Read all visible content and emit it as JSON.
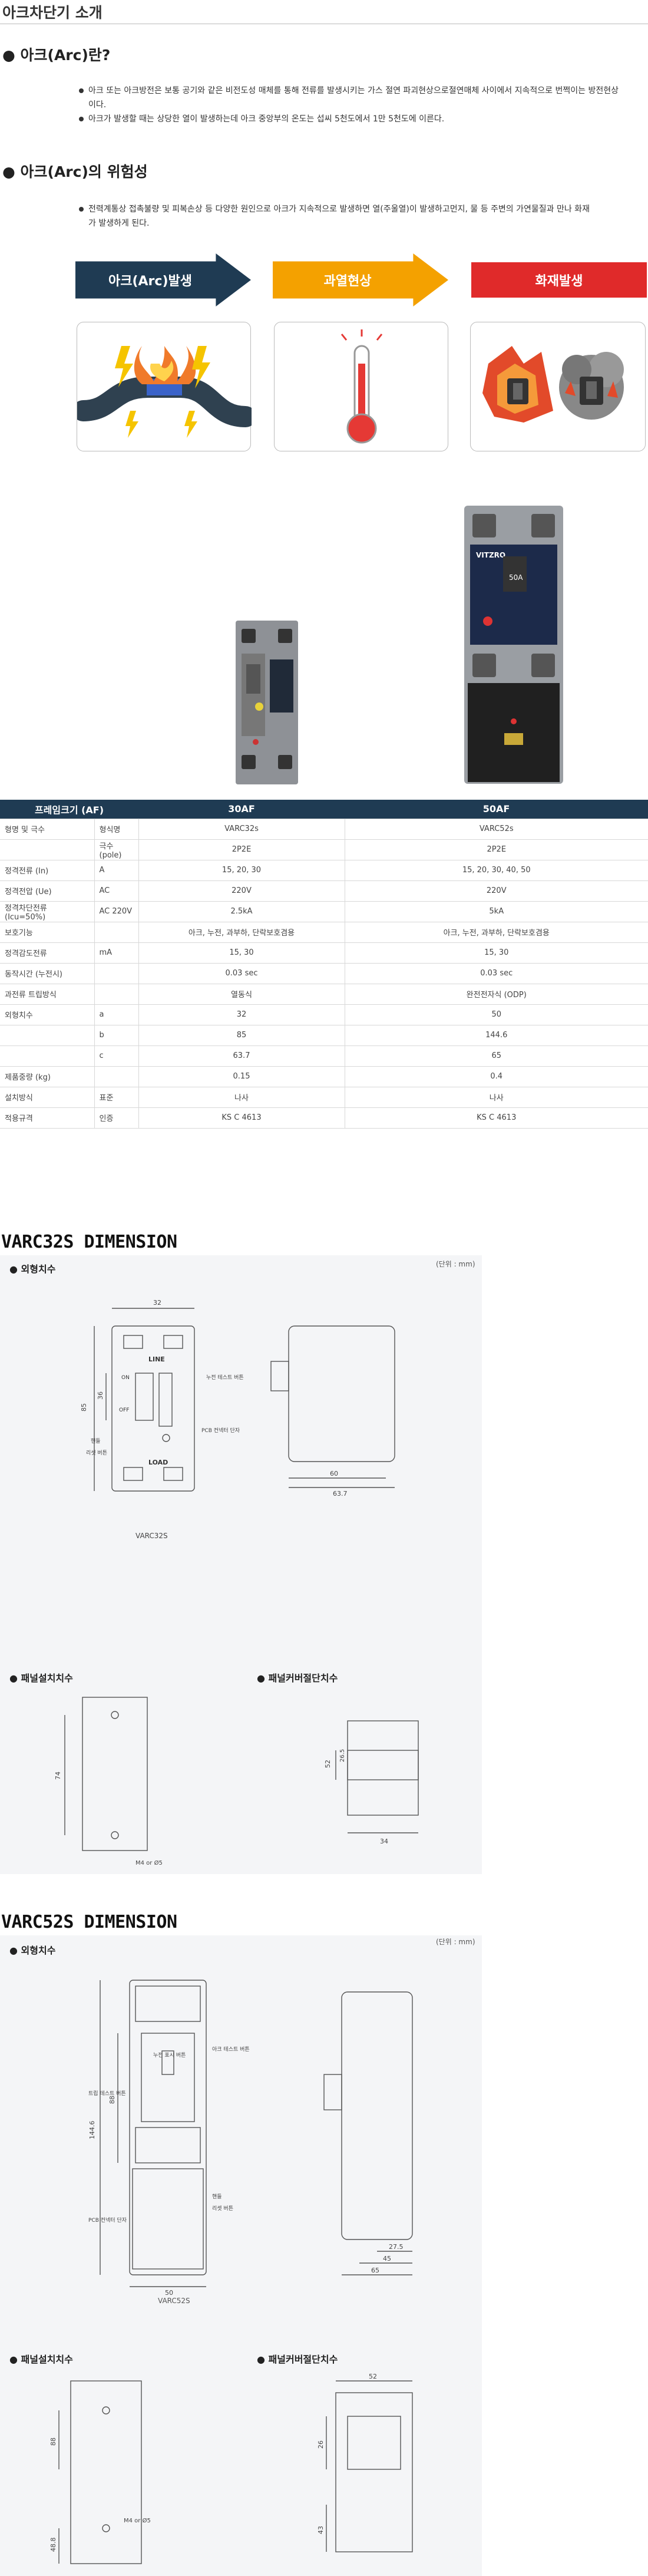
{
  "header": {
    "title": "아크차단기 소개"
  },
  "intro": {
    "heading": "● 아크(Arc)란?",
    "bullets": [
      "아크 또는 아크방전은 보통 공기와 같은 비전도성 매체를 통해 전류를 발생시키는 가스 절연 파괴현상으로절연매체 사이에서 지속적으로 번쩍이는 방전현상이다.",
      "아크가 발생할 때는 상당한 열이 발생하는데 아크 중앙부의 온도는 섭씨 5천도에서 1만 5천도에 이른다."
    ]
  },
  "danger": {
    "heading": "● 아크(Arc)의 위험성",
    "bullets": [
      "전력계통상 접촉불량 및 피복손상 등 다양한 원인으로 아크가 지속적으로 발생하면 열(주울열)이 발생하고먼지, 물 등 주변의 가연물질과 만나 화재가 발생하게 된다."
    ],
    "steps": [
      "아크(Arc)발생",
      "과열현상",
      "화재발생"
    ]
  },
  "colors": {
    "navy": "#1f3b53",
    "orange": "#f4a100",
    "red": "#e02a2a"
  },
  "spec": {
    "head": [
      "프레임크기 (AF)",
      "30AF",
      "50AF"
    ],
    "rows": [
      {
        "label": "형명 및 극수",
        "sub": "형식명",
        "v30": "VARC32s",
        "v50": "VARC52s"
      },
      {
        "label": "",
        "sub": "극수 (pole)",
        "v30": "2P2E",
        "v50": "2P2E"
      },
      {
        "label": "정격전류 (In)",
        "sub": "A",
        "v30": "15, 20, 30",
        "v50": "15, 20, 30, 40, 50"
      },
      {
        "label": "정격전압 (Ue)",
        "sub": "AC",
        "v30": "220V",
        "v50": "220V"
      },
      {
        "label": "정격차단전류 (Icu=50%)",
        "sub": "AC 220V",
        "v30": "2.5kA",
        "v50": "5kA"
      },
      {
        "label": "보호기능",
        "sub": "",
        "v30": "아크, 누전, 과부하, 단락보호겸용",
        "v50": "아크, 누전, 과부하, 단락보호겸용"
      },
      {
        "label": "정격감도전류",
        "sub": "mA",
        "v30": "15, 30",
        "v50": "15, 30"
      },
      {
        "label": "동작시간 (누전시)",
        "sub": "",
        "v30": "0.03 sec",
        "v50": "0.03 sec"
      },
      {
        "label": "과전류 트립방식",
        "sub": "",
        "v30": "열동식",
        "v50": "완전전자식 (ODP)"
      },
      {
        "label": "외형치수",
        "sub": "a",
        "v30": "32",
        "v50": "50"
      },
      {
        "label": "",
        "sub": "b",
        "v30": "85",
        "v50": "144.6"
      },
      {
        "label": "",
        "sub": "c",
        "v30": "63.7",
        "v50": "65"
      },
      {
        "label": "제품중량 (kg)",
        "sub": "",
        "v30": "0.15",
        "v50": "0.4"
      },
      {
        "label": "설치방식",
        "sub": "표준",
        "v30": "나사",
        "v50": "나사"
      },
      {
        "label": "적용규격",
        "sub": "인증",
        "v30": "KS C 4613",
        "v50": "KS C 4613"
      }
    ]
  },
  "product": {
    "brand": "VITZRO",
    "rating": "50A"
  },
  "dim32": {
    "title": "VARC32S DIMENSION",
    "outer": "● 외형치수",
    "unit": "(단위 : mm)",
    "model": "VARC32S",
    "install": "● 패널설치치수",
    "cut": "● 패널커버절단치수",
    "labels": {
      "line": "LINE",
      "load": "LOAD",
      "on": "ON",
      "off": "OFF",
      "test_btn": "누전 테스트 버튼",
      "pcb": "PCB 컨넥터 단자",
      "handle": "핸들",
      "reset": "리셋 버튼",
      "screw": "M4 or Ø5"
    },
    "dims": {
      "a": "32",
      "b": "85",
      "h": "36",
      "d1": "60",
      "d2": "63.7",
      "i1": "74",
      "cw": "34",
      "ch": "52",
      "cv": "26.5"
    }
  },
  "dim52": {
    "title": "VARC52S DIMENSION",
    "outer": "● 외형치수",
    "unit": "(단위 : mm)",
    "model": "VARC52S",
    "install": "● 패널설치치수",
    "cut": "● 패널커버절단치수",
    "labels": {
      "leak": "누전 표시 버튼",
      "arc": "아크 테스트 버튼",
      "trip": "트립 테스트 버튼",
      "pcb": "PCB 컨넥터 단자",
      "handle": "핸들",
      "reset": "리셋 버튼",
      "screw": "M4 or Ø5"
    },
    "dims": {
      "a": "50",
      "b": "144.6",
      "h": "88",
      "d1": "27.5",
      "d2": "45",
      "d3": "65",
      "i1": "88",
      "i2": "48.8",
      "cw": "52",
      "ch": "26",
      "cv": "43"
    }
  }
}
